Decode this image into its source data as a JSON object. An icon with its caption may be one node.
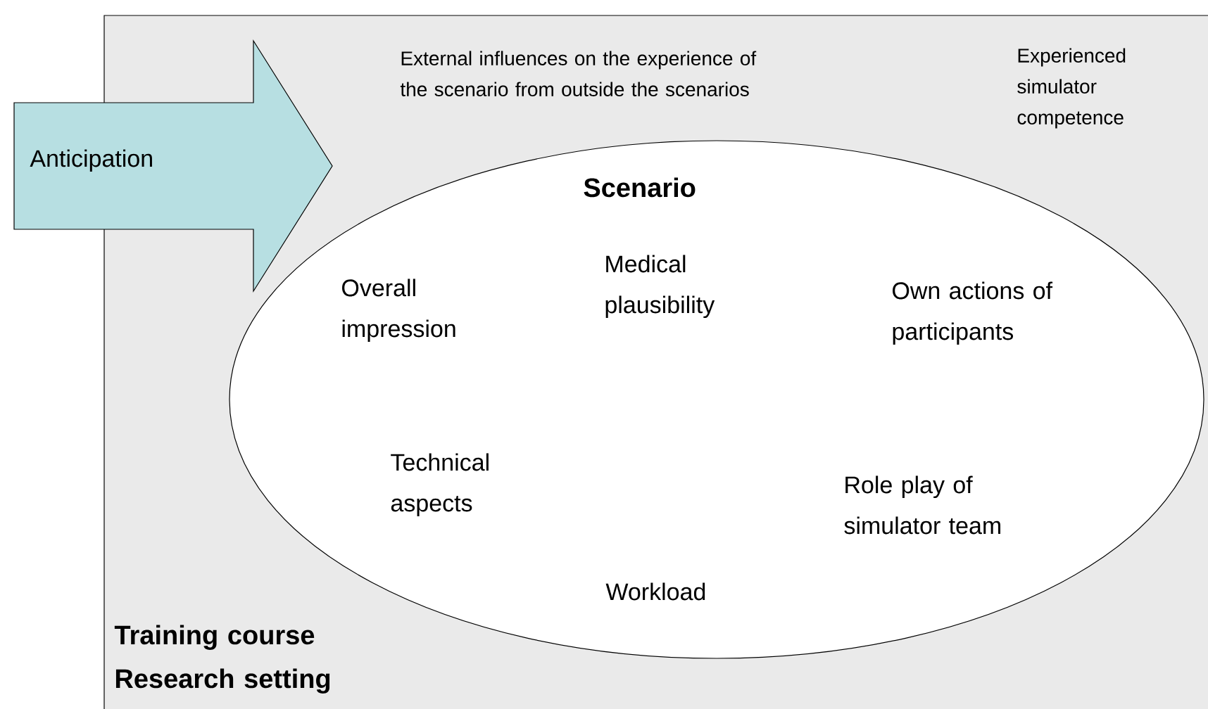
{
  "diagram": {
    "nodes": [
      {
        "text": [
          "External influences on the experience of the scenario from outside the scenarios",
          "Experienced simulator competence",
          "Training course",
          "Research setting"
        ]
      },
      {
        "text": [
          "Anticipation"
        ]
      },
      {
        "text": [
          "Scenario",
          "Overall impression",
          "Medical plausibility",
          "Own actions of participants",
          "Technical aspects",
          "Role play of simulator team",
          "Workload"
        ],
        "in": 0
      }
    ]
  }
}
